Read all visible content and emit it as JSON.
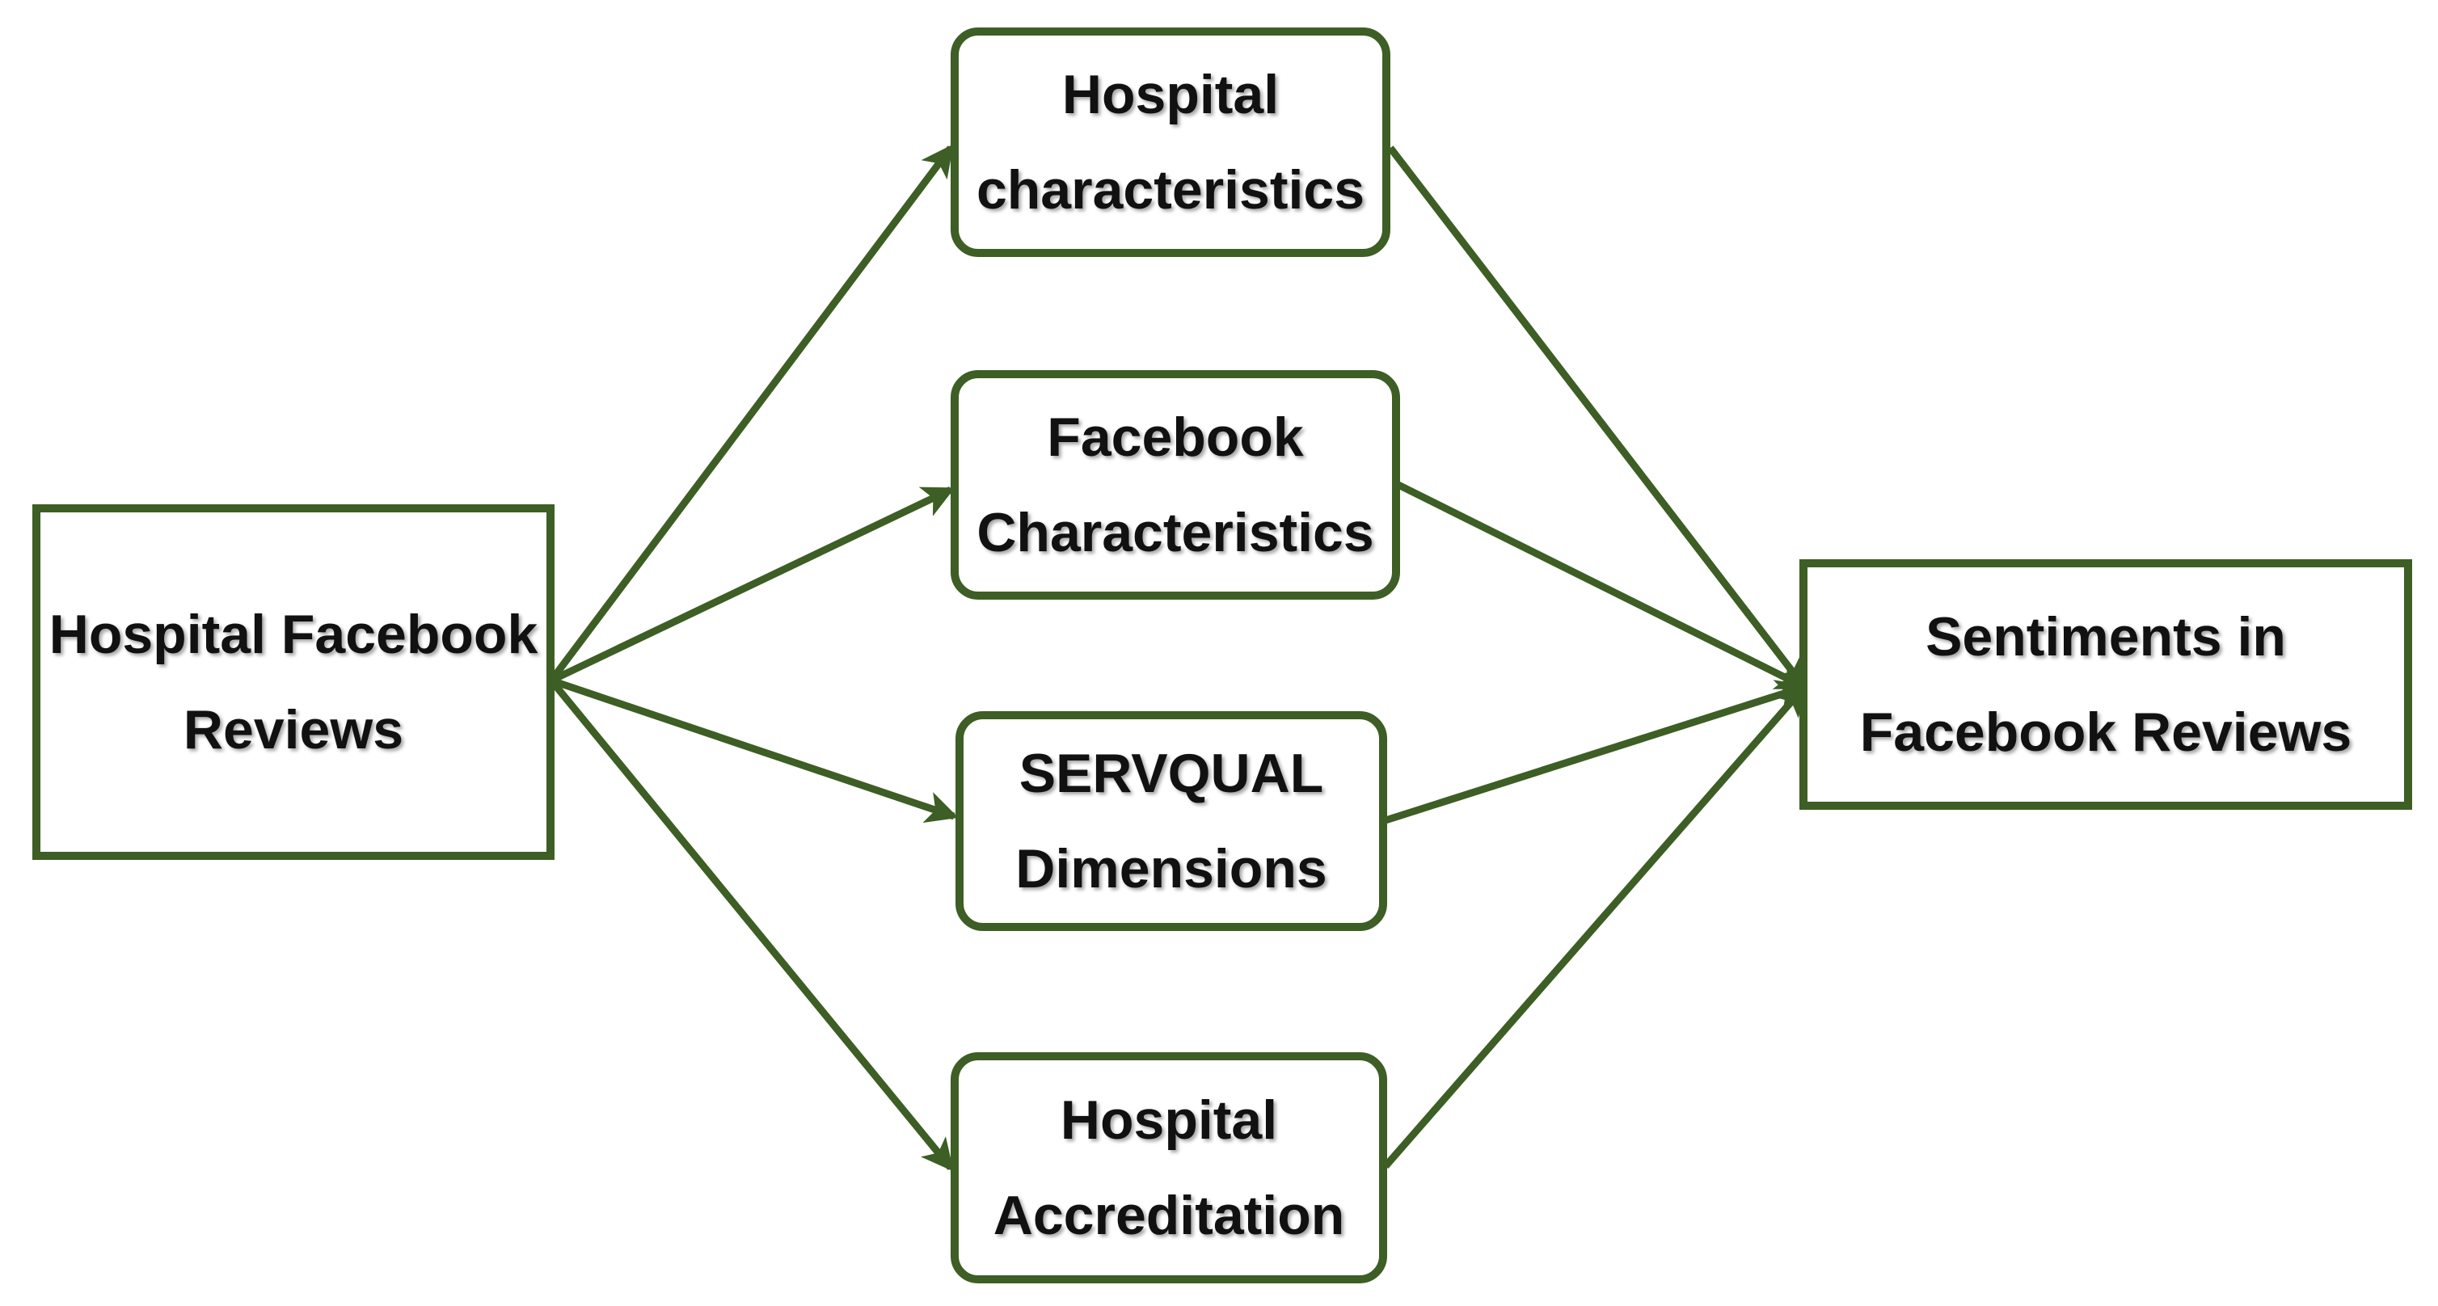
{
  "colors": {
    "stroke": "#3d5e24",
    "text": "#111111",
    "background": "#ffffff"
  },
  "nodes": {
    "source": {
      "lines": [
        "Hospital Facebook",
        "Reviews"
      ]
    },
    "hospital_characteristics": {
      "lines": [
        "Hospital",
        "characteristics"
      ]
    },
    "facebook_characteristics": {
      "lines": [
        "Facebook",
        "Characteristics"
      ]
    },
    "servqual_dimensions": {
      "lines": [
        "SERVQUAL",
        "Dimensions"
      ]
    },
    "hospital_accreditation": {
      "lines": [
        "Hospital",
        "Accreditation"
      ]
    },
    "target": {
      "lines": [
        "Sentiments in",
        "Facebook Reviews"
      ]
    }
  },
  "edges": [
    {
      "from": "source",
      "to": "hospital_characteristics",
      "arrow": true
    },
    {
      "from": "source",
      "to": "facebook_characteristics",
      "arrow": true
    },
    {
      "from": "source",
      "to": "servqual_dimensions",
      "arrow": true
    },
    {
      "from": "source",
      "to": "hospital_accreditation",
      "arrow": true
    },
    {
      "from": "hospital_characteristics",
      "to": "target",
      "arrow": true
    },
    {
      "from": "facebook_characteristics",
      "to": "target",
      "arrow": true
    },
    {
      "from": "servqual_dimensions",
      "to": "target",
      "arrow": true
    },
    {
      "from": "hospital_accreditation",
      "to": "target",
      "arrow": true
    }
  ]
}
